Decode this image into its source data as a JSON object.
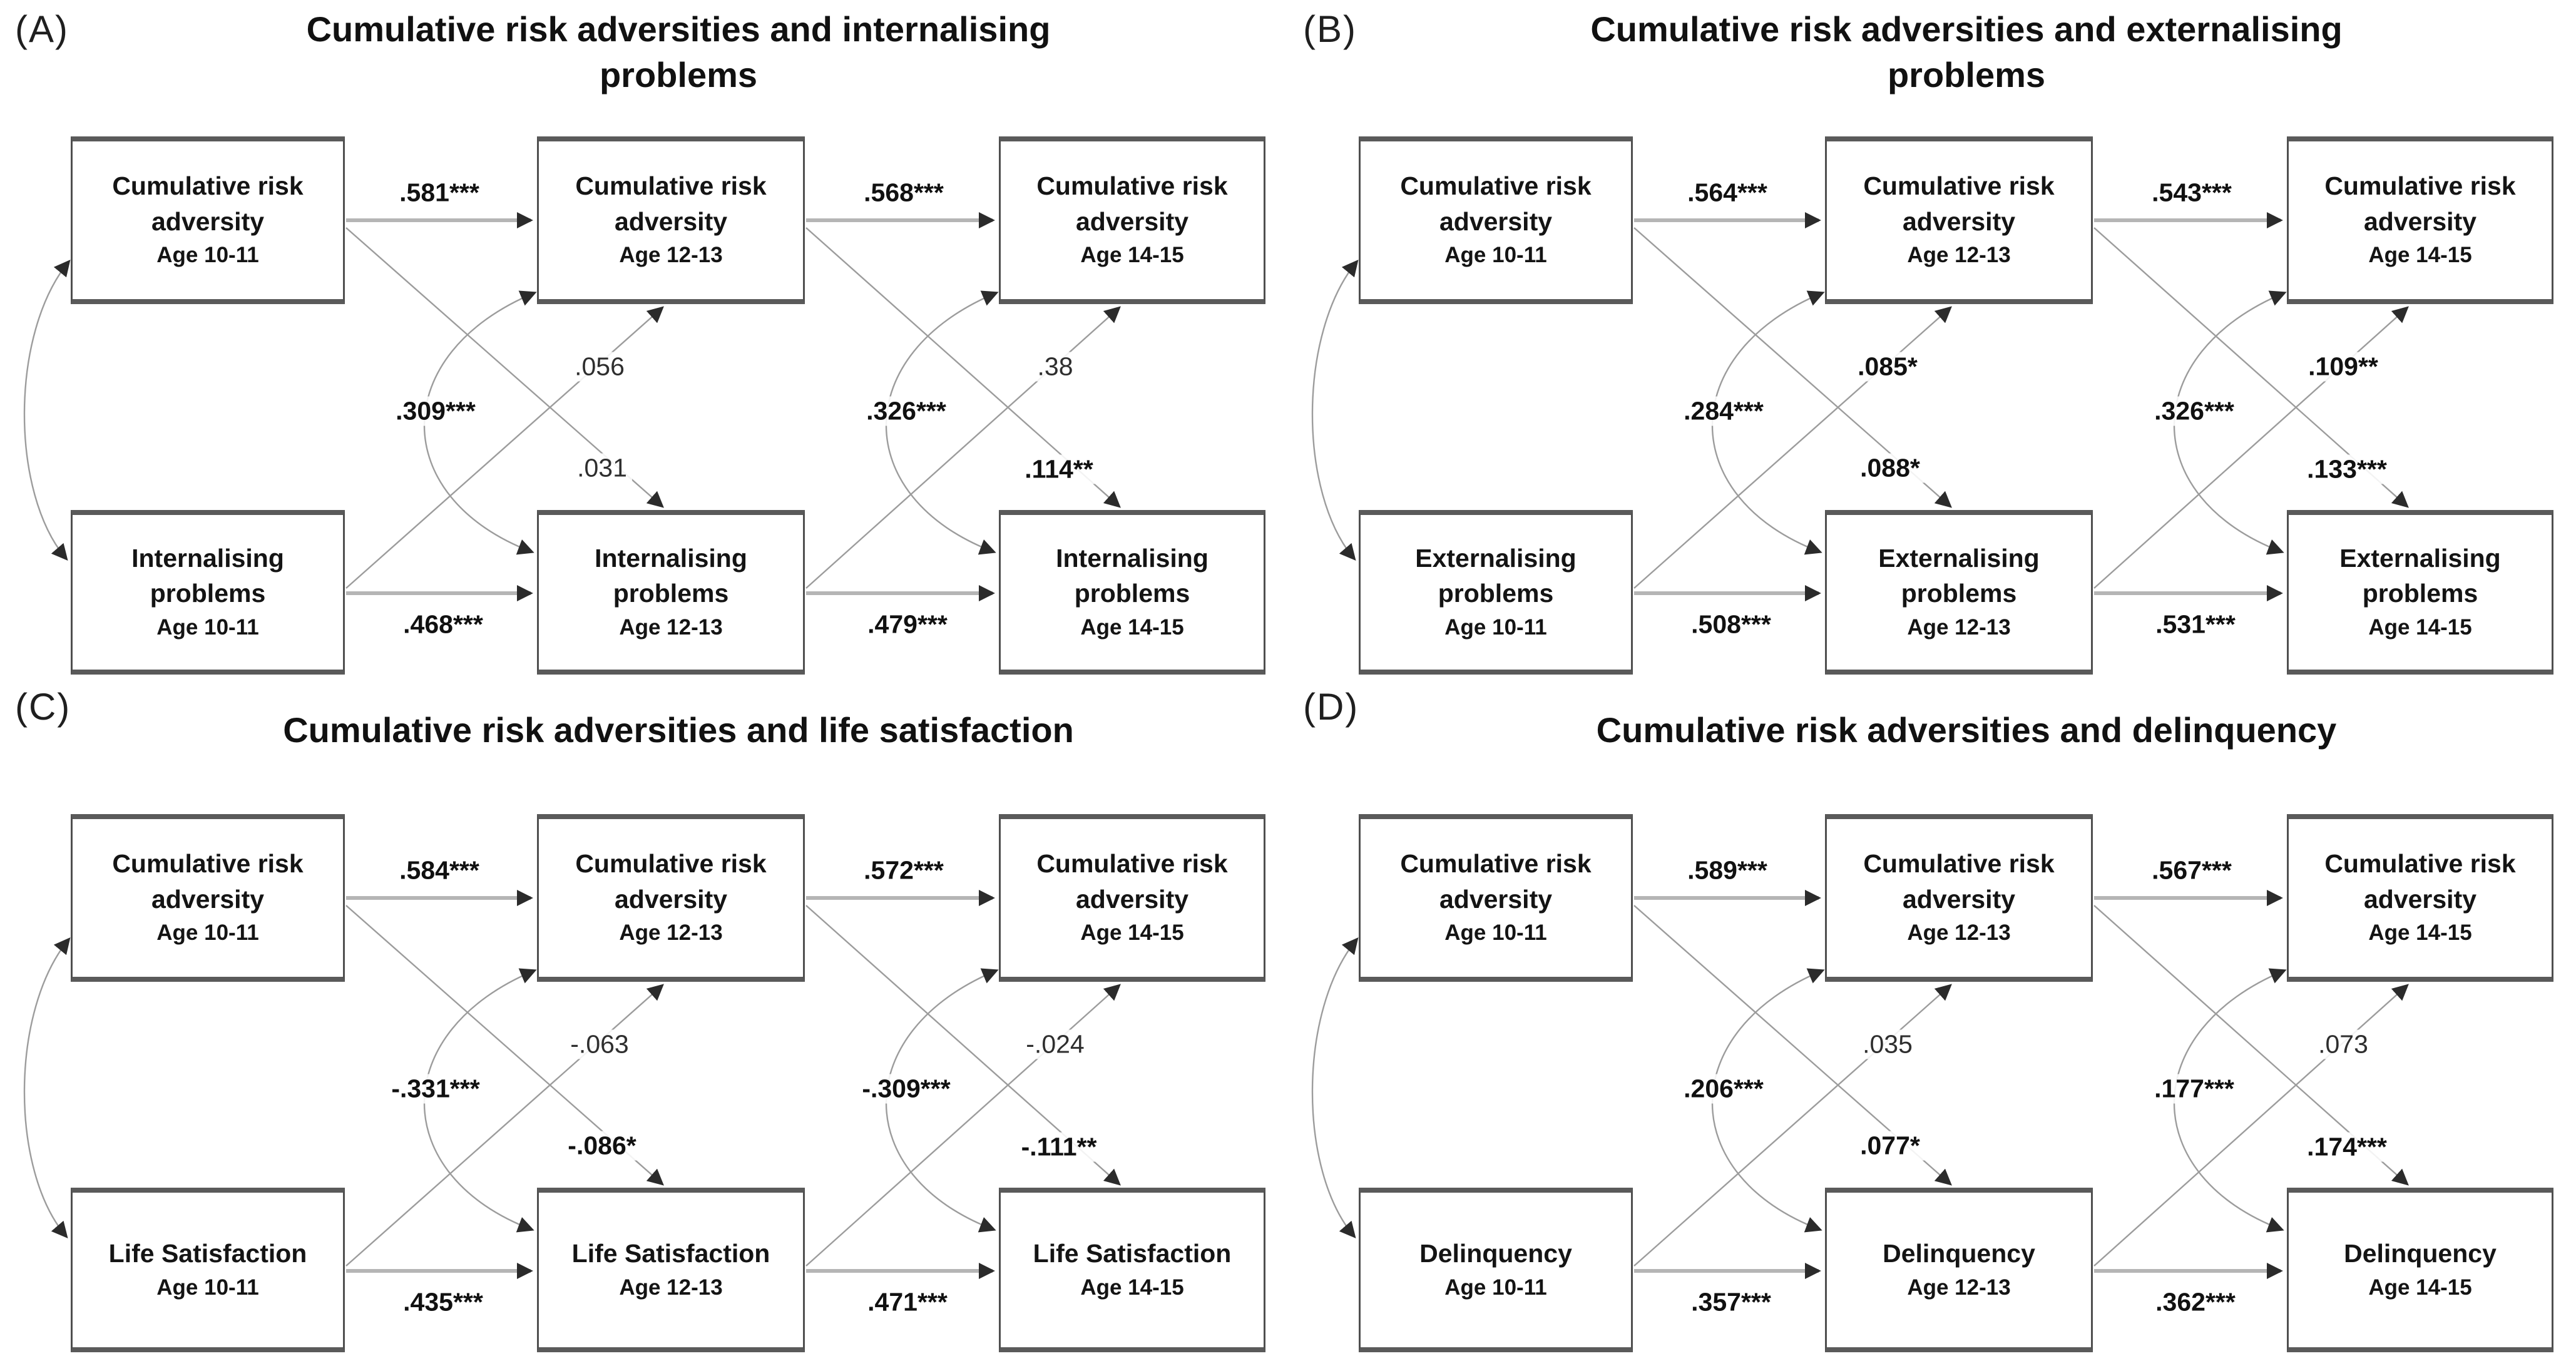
{
  "figure": {
    "colors": {
      "background": "#ffffff",
      "text": "#1a1a1a",
      "box_border": "#4f4f4f",
      "arrow_line": "#9c9c9c",
      "arrowhead": "#2b2b2b"
    },
    "panels": [
      {
        "letter": "(A)",
        "title_lines": [
          "Cumulative risk adversities and internalising",
          "problems"
        ],
        "top_boxes": [
          {
            "lines": [
              "Cumulative risk",
              "adversity"
            ],
            "age": "Age 10-11"
          },
          {
            "lines": [
              "Cumulative risk",
              "adversity"
            ],
            "age": "Age 12-13"
          },
          {
            "lines": [
              "Cumulative risk",
              "adversity"
            ],
            "age": "Age 14-15"
          }
        ],
        "bottom_boxes": [
          {
            "lines": [
              "Internalising",
              "problems"
            ],
            "age": "Age 10-11"
          },
          {
            "lines": [
              "Internalising",
              "problems"
            ],
            "age": "Age 12-13"
          },
          {
            "lines": [
              "Internalising",
              "problems"
            ],
            "age": "Age 14-15"
          }
        ],
        "coefficients": {
          "top_w1_w2": ".581***",
          "top_w2_w3": ".568***",
          "bottom_w1_w2": ".468***",
          "bottom_w2_w3": ".479***",
          "corr_w2": ".309***",
          "corr_w3": ".326***",
          "cross_up_w1_w2": ".056",
          "cross_down_w1_w2": ".031",
          "cross_up_w2_w3": ".38",
          "cross_down_w2_w3": ".114**"
        }
      },
      {
        "letter": "(B)",
        "title_lines": [
          "Cumulative risk adversities and externalising",
          "problems"
        ],
        "top_boxes": [
          {
            "lines": [
              "Cumulative risk",
              "adversity"
            ],
            "age": "Age 10-11"
          },
          {
            "lines": [
              "Cumulative risk",
              "adversity"
            ],
            "age": "Age 12-13"
          },
          {
            "lines": [
              "Cumulative risk",
              "adversity"
            ],
            "age": "Age 14-15"
          }
        ],
        "bottom_boxes": [
          {
            "lines": [
              "Externalising",
              "problems"
            ],
            "age": "Age 10-11"
          },
          {
            "lines": [
              "Externalising",
              "problems"
            ],
            "age": "Age 12-13"
          },
          {
            "lines": [
              "Externalising",
              "problems"
            ],
            "age": "Age 14-15"
          }
        ],
        "coefficients": {
          "top_w1_w2": ".564***",
          "top_w2_w3": ".543***",
          "bottom_w1_w2": ".508***",
          "bottom_w2_w3": ".531***",
          "corr_w2": ".284***",
          "corr_w3": ".326***",
          "cross_up_w1_w2": ".085*",
          "cross_down_w1_w2": ".088*",
          "cross_up_w2_w3": ".109**",
          "cross_down_w2_w3": ".133***"
        }
      },
      {
        "letter": "(C)",
        "title_lines": [
          "Cumulative risk adversities and life satisfaction"
        ],
        "top_boxes": [
          {
            "lines": [
              "Cumulative risk",
              "adversity"
            ],
            "age": "Age 10-11"
          },
          {
            "lines": [
              "Cumulative risk",
              "adversity"
            ],
            "age": "Age 12-13"
          },
          {
            "lines": [
              "Cumulative risk",
              "adversity"
            ],
            "age": "Age 14-15"
          }
        ],
        "bottom_boxes": [
          {
            "lines": [
              "Life Satisfaction"
            ],
            "age": "Age 10-11"
          },
          {
            "lines": [
              "Life Satisfaction"
            ],
            "age": "Age 12-13"
          },
          {
            "lines": [
              "Life Satisfaction"
            ],
            "age": "Age 14-15"
          }
        ],
        "coefficients": {
          "top_w1_w2": ".584***",
          "top_w2_w3": ".572***",
          "bottom_w1_w2": ".435***",
          "bottom_w2_w3": ".471***",
          "corr_w2": "-.331***",
          "corr_w3": "-.309***",
          "cross_up_w1_w2": "-.063",
          "cross_down_w1_w2": "-.086*",
          "cross_up_w2_w3": "-.024",
          "cross_down_w2_w3": "-.111**"
        }
      },
      {
        "letter": "(D)",
        "title_lines": [
          "Cumulative risk adversities and delinquency"
        ],
        "top_boxes": [
          {
            "lines": [
              "Cumulative risk",
              "adversity"
            ],
            "age": "Age 10-11"
          },
          {
            "lines": [
              "Cumulative risk",
              "adversity"
            ],
            "age": "Age 12-13"
          },
          {
            "lines": [
              "Cumulative risk",
              "adversity"
            ],
            "age": "Age 14-15"
          }
        ],
        "bottom_boxes": [
          {
            "lines": [
              "Delinquency"
            ],
            "age": "Age 10-11"
          },
          {
            "lines": [
              "Delinquency"
            ],
            "age": "Age 12-13"
          },
          {
            "lines": [
              "Delinquency"
            ],
            "age": "Age 14-15"
          }
        ],
        "coefficients": {
          "top_w1_w2": ".589***",
          "top_w2_w3": ".567***",
          "bottom_w1_w2": ".357***",
          "bottom_w2_w3": ".362***",
          "corr_w2": ".206***",
          "corr_w3": ".177***",
          "cross_up_w1_w2": ".035",
          "cross_down_w1_w2": ".077*",
          "cross_up_w2_w3": ".073",
          "cross_down_w2_w3": ".174***"
        }
      }
    ]
  }
}
